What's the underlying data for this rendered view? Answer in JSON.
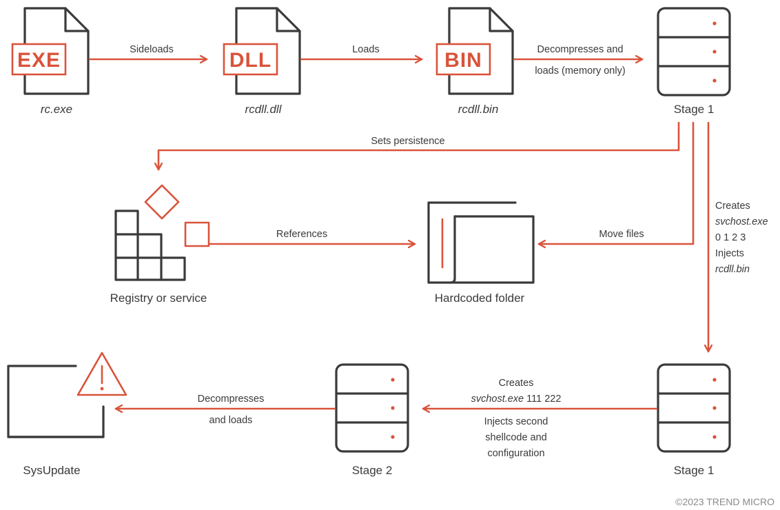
{
  "diagram": {
    "nodes": {
      "rc_exe": {
        "badge": "EXE",
        "label": "rc.exe"
      },
      "rcdll_dll": {
        "badge": "DLL",
        "label": "rcdll.dll"
      },
      "rcdll_bin": {
        "badge": "BIN",
        "label": "rcdll.bin"
      },
      "stage1_top": {
        "label": "Stage 1"
      },
      "registry": {
        "label": "Registry or service"
      },
      "folder": {
        "label": "Hardcoded folder"
      },
      "stage1_bottom": {
        "label": "Stage 1"
      },
      "stage2": {
        "label": "Stage 2"
      },
      "sysupdate": {
        "label": "SysUpdate"
      }
    },
    "edges": {
      "sideloads": "Sideloads",
      "loads": "Loads",
      "decompresses_1": "Decompresses and",
      "decompresses_2": "loads (memory only)",
      "sets_persistence": "Sets persistence",
      "references": "References",
      "move_files": "Move files",
      "creates_1": "Creates",
      "creates_2": "svchost.exe",
      "creates_3": "0 1 2 3",
      "creates_4": "Injects",
      "creates_5": "rcdll.bin",
      "creates_b1": "Creates",
      "creates_b2": "svchost.exe",
      "creates_b2b": " 111 222",
      "injects_b1": "Injects second",
      "injects_b2": "shellcode and",
      "injects_b3": "configuration",
      "decomp_loads_1": "Decompresses",
      "decomp_loads_2": "and loads"
    },
    "copyright": "©2023 TREND MICRO"
  },
  "colors": {
    "accent": "#d9533a",
    "ink": "#3a3a3a"
  }
}
